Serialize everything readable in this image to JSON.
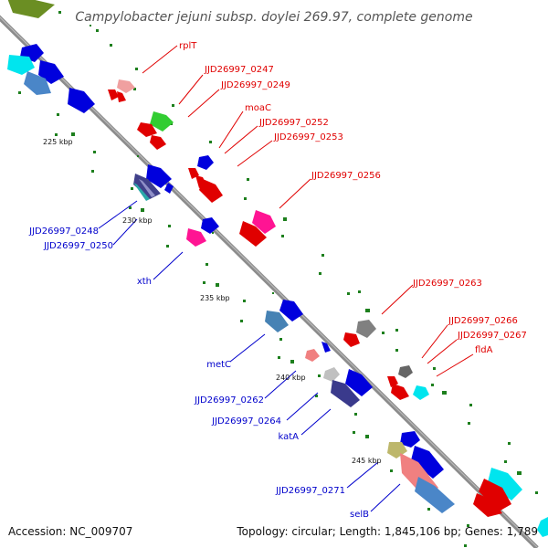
{
  "title": "Campylobacter jejuni subsp. doylei 269.97, complete genome",
  "footer": {
    "accession": "Accession: NC_009707",
    "topology": "Topology: circular; Length: 1,845,106 bp; Genes: 1,789"
  },
  "colors": {
    "backbone": "#8c8c8c",
    "tick": "#1d7f1d",
    "red": "#e00000",
    "blue": "#0000dd",
    "label_red": "#e00000",
    "label_blue": "#0000cc"
  },
  "kbp_labels": [
    "225 kbp",
    "230 kbp",
    "235 kbp",
    "240 kbp",
    "245 kbp"
  ],
  "labels_forward": [
    "rplT",
    "JJD26997_0247",
    "JJD26997_0249",
    "moaC",
    "JJD26997_0252",
    "JJD26997_0253",
    "JJD26997_0256",
    "JJD26997_0263",
    "JJD26997_0266",
    "JJD26997_0267",
    "fldA"
  ],
  "labels_reverse": [
    "JJD26997_0248",
    "JJD26997_0250",
    "xth",
    "metC",
    "JJD26997_0262",
    "JJD26997_0264",
    "katA",
    "JJD26997_0271",
    "selB"
  ]
}
